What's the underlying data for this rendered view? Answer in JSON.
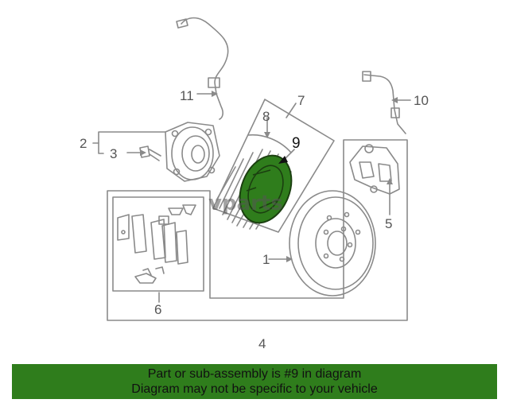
{
  "callouts": {
    "c1": "1",
    "c2": "2",
    "c3": "3",
    "c4": "4",
    "c5": "5",
    "c6": "6",
    "c7": "7",
    "c8": "8",
    "c9": "9",
    "c10": "10",
    "c11": "11"
  },
  "watermark": "vparts",
  "banner": {
    "line1": "Part or sub-assembly is #9 in diagram",
    "line2": "Diagram may not be specific to your vehicle"
  },
  "colors": {
    "banner_bg": "#2f7d1c",
    "highlight": "#2f7d1c",
    "line": "#8a8a8a"
  }
}
